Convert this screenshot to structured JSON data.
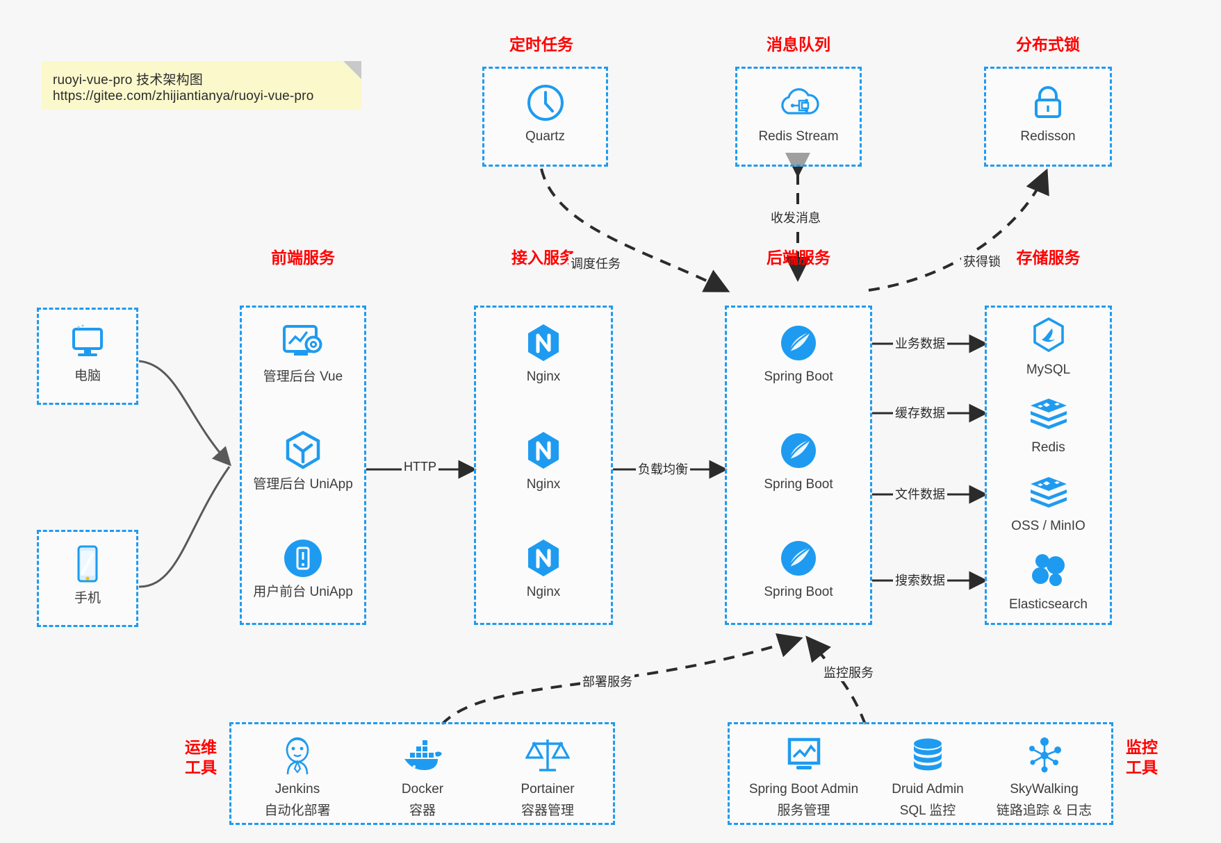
{
  "diagram": {
    "title": "ruoyi-vue-pro 技术架构图",
    "note": {
      "line1": "ruoyi-vue-pro 技术架构图",
      "line2": "https://gitee.com/zhijiantianya/ruoyi-vue-pro"
    },
    "colors": {
      "group_border": "#1e9bf0",
      "group_title": "#ff0000",
      "icon_blue": "#1e9bf0",
      "edge": "#2b2b2b",
      "background": "#f7f7f7",
      "note_background": "#fbf8cc"
    }
  },
  "groups": {
    "scheduled_task": {
      "title": "定时任务",
      "nodes": [
        {
          "label": "Quartz",
          "icon": "clock-icon"
        }
      ]
    },
    "message_queue": {
      "title": "消息队列",
      "nodes": [
        {
          "label": "Redis Stream",
          "icon": "cloud-stream-icon"
        }
      ]
    },
    "distributed_lock": {
      "title": "分布式锁",
      "nodes": [
        {
          "label": "Redisson",
          "icon": "lock-icon"
        }
      ]
    },
    "client_pc": {
      "nodes": [
        {
          "label": "电脑",
          "icon": "desktop-monitor-icon"
        }
      ]
    },
    "client_mobile": {
      "nodes": [
        {
          "label": "手机",
          "icon": "smartphone-icon"
        }
      ]
    },
    "frontend": {
      "title": "前端服务",
      "nodes": [
        {
          "label": "管理后台 Vue",
          "icon": "dashboard-gear-icon"
        },
        {
          "label": "管理后台 UniApp",
          "icon": "cube-icon"
        },
        {
          "label": "用户前台 UniApp",
          "icon": "mobile-circle-icon"
        }
      ]
    },
    "gateway": {
      "title": "接入服务",
      "nodes": [
        {
          "label": "Nginx",
          "icon": "nginx-icon"
        },
        {
          "label": "Nginx",
          "icon": "nginx-icon"
        },
        {
          "label": "Nginx",
          "icon": "nginx-icon"
        }
      ]
    },
    "backend": {
      "title": "后端服务",
      "nodes": [
        {
          "label": "Spring Boot",
          "icon": "spring-boot-icon"
        },
        {
          "label": "Spring Boot",
          "icon": "spring-boot-icon"
        },
        {
          "label": "Spring Boot",
          "icon": "spring-boot-icon"
        }
      ]
    },
    "storage": {
      "title": "存储服务",
      "nodes": [
        {
          "label": "MySQL",
          "icon": "mysql-icon"
        },
        {
          "label": "Redis",
          "icon": "redis-icon"
        },
        {
          "label": "OSS / MinIO",
          "icon": "oss-minio-icon"
        },
        {
          "label": "Elasticsearch",
          "icon": "elasticsearch-icon"
        }
      ]
    },
    "devops": {
      "title_line1": "运维",
      "title_line2": "工具",
      "nodes": [
        {
          "label": "Jenkins",
          "sub": "自动化部署",
          "icon": "jenkins-icon"
        },
        {
          "label": "Docker",
          "sub": "容器",
          "icon": "docker-icon"
        },
        {
          "label": "Portainer",
          "sub": "容器管理",
          "icon": "scales-icon"
        }
      ]
    },
    "monitoring": {
      "title_line1": "监控",
      "title_line2": "工具",
      "nodes": [
        {
          "label": "Spring Boot Admin",
          "sub": "服务管理",
          "icon": "monitor-chart-icon"
        },
        {
          "label": "Druid Admin",
          "sub": "SQL 监控",
          "icon": "database-icon"
        },
        {
          "label": "SkyWalking",
          "sub": "链路追踪 & 日志",
          "icon": "node-graph-icon"
        }
      ]
    }
  },
  "edges": [
    {
      "id": "http",
      "label": "HTTP",
      "style": "solid"
    },
    {
      "id": "load-balance",
      "label": "负载均衡",
      "style": "solid"
    },
    {
      "id": "schedule-task",
      "label": "调度任务",
      "style": "dashed"
    },
    {
      "id": "send-receive-message",
      "label": "收发消息",
      "style": "dashed"
    },
    {
      "id": "acquire-lock",
      "label": "获得锁",
      "style": "dashed"
    },
    {
      "id": "business-data",
      "label": "业务数据",
      "style": "solid"
    },
    {
      "id": "cache-data",
      "label": "缓存数据",
      "style": "solid"
    },
    {
      "id": "file-data",
      "label": "文件数据",
      "style": "solid"
    },
    {
      "id": "search-data",
      "label": "搜索数据",
      "style": "solid"
    },
    {
      "id": "deploy-service",
      "label": "部署服务",
      "style": "dashed"
    },
    {
      "id": "monitor-service",
      "label": "监控服务",
      "style": "dashed"
    }
  ]
}
